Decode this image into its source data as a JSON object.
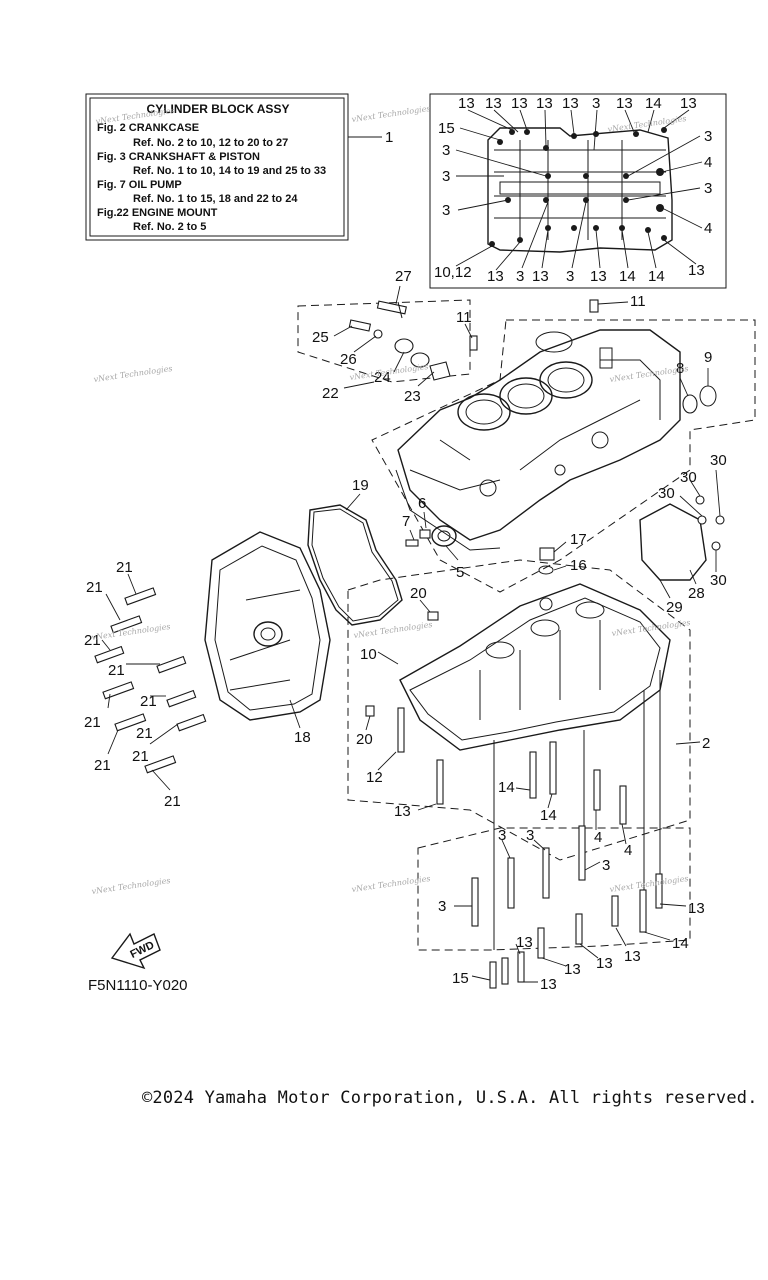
{
  "title_box": {
    "title": "CYLINDER BLOCK ASSY",
    "lines": [
      "Fig.  2 CRANKCASE",
      "Ref. No. 2 to 10, 12 to 20 to 27",
      "Fig.  3 CRANKSHAFT & PISTON",
      "Ref. No. 1 to 10, 14 to 19 and 25 to 33",
      "Fig. 7 OIL PUMP",
      "Ref. No. 1 to 15, 18 and 22 to 24",
      "Fig.22 ENGINE MOUNT",
      "Ref. No. 2 to 5"
    ]
  },
  "watermark": "vNext Technologies",
  "callouts": {
    "title_ref": "1",
    "inset": [
      "13",
      "13",
      "13",
      "13",
      "13",
      "3",
      "13",
      "14",
      "13",
      "15",
      "3",
      "3",
      "3",
      "3",
      "4",
      "3",
      "4",
      "10,12",
      "13",
      "3",
      "13",
      "3",
      "13",
      "14",
      "14",
      "13"
    ],
    "main": [
      "27",
      "25",
      "26",
      "24",
      "22",
      "23",
      "11",
      "11",
      "8",
      "9",
      "19",
      "7",
      "6",
      "5",
      "17",
      "16",
      "30",
      "30",
      "30",
      "30",
      "28",
      "29",
      "21",
      "21",
      "21",
      "21",
      "21",
      "21",
      "21",
      "21",
      "21",
      "21",
      "20",
      "10",
      "18",
      "20",
      "12",
      "2",
      "14",
      "14",
      "13",
      "3",
      "3",
      "4",
      "4",
      "3",
      "3",
      "13",
      "14",
      "13",
      "13",
      "13",
      "13",
      "13",
      "15"
    ]
  },
  "fwd_label": "FWD",
  "drawing_code": "F5N1110-Y020",
  "copyright": "©2024 Yamaha Motor Corporation, U.S.A. All rights reserved."
}
